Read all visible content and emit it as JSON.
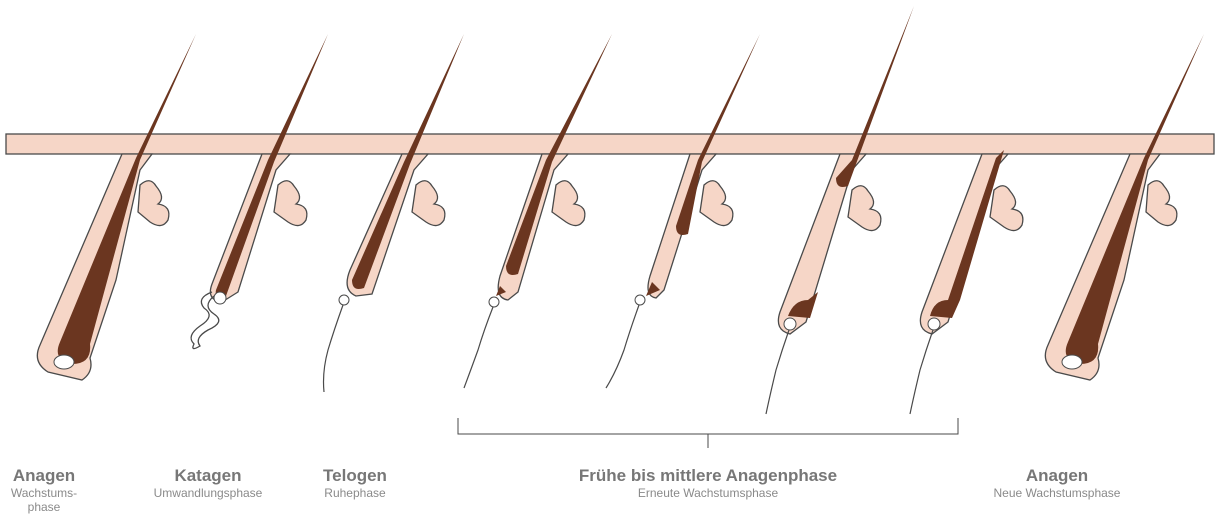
{
  "colors": {
    "skin": "#f6d6c7",
    "skin_outline": "#4a4a4a",
    "hair": "#6b3620",
    "background": "#ffffff",
    "label_text": "#777777"
  },
  "stages": [
    {
      "name": "Anagen",
      "desc": "Wachstums-\nphase"
    },
    {
      "name": "Katagen",
      "desc": "Umwandlungsphase"
    },
    {
      "name": "Telogen",
      "desc": "Ruhephase"
    },
    {
      "name": "Frühe bis mittlere Anagenphase",
      "desc": "Erneute Wachstumsphase"
    },
    {
      "name": "Anagen",
      "desc": "Neue Wachstumsphase"
    }
  ]
}
